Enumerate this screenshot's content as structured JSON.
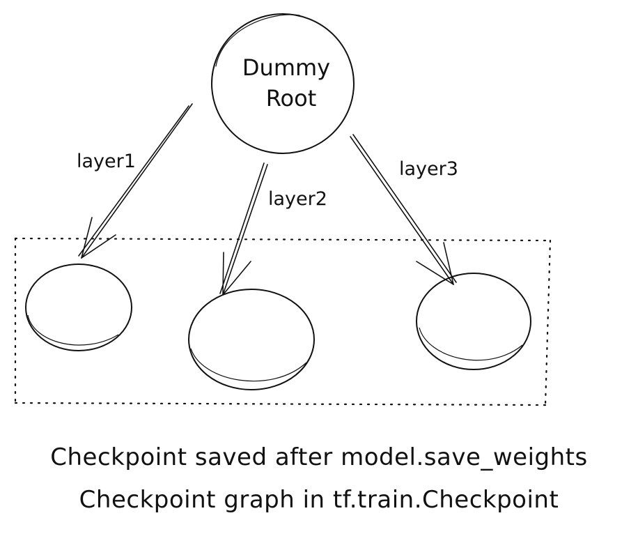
{
  "diagram": {
    "root_node": {
      "label_line1": "Dummy",
      "label_line2": "Root"
    },
    "edges": [
      {
        "label": "layer1"
      },
      {
        "label": "layer2"
      },
      {
        "label": "layer3"
      }
    ],
    "captions": [
      "Checkpoint saved after model.save_weights",
      "Checkpoint graph in tf.train.Checkpoint"
    ],
    "colors": {
      "stroke": "#111111",
      "background": "#ffffff"
    }
  }
}
